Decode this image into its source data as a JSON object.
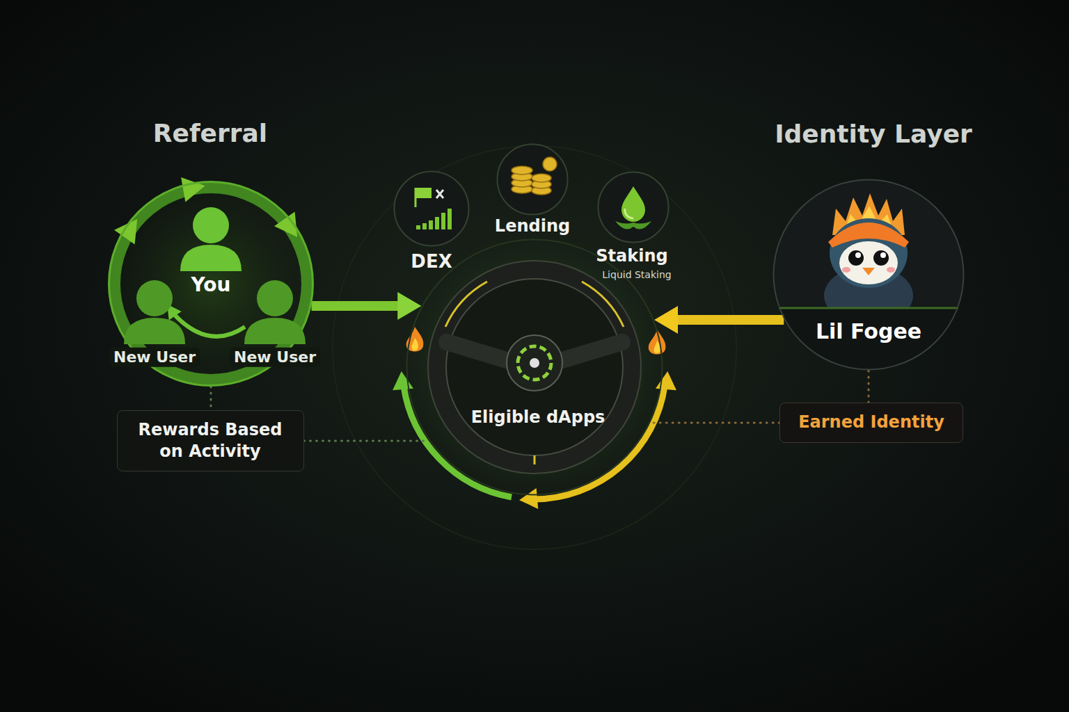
{
  "diagram": {
    "nodes": [
      {
        "text": [
          "Referral"
        ]
      },
      {
        "text": [
          "You"
        ],
        "in": 0
      },
      {
        "text": [
          "New User"
        ],
        "in": 0
      },
      {
        "text": [
          "New User"
        ],
        "in": 0
      },
      {
        "text": [
          "Rewards Based on Activity"
        ]
      },
      {
        "text": [
          "DEX"
        ]
      },
      {
        "text": [
          "Lending"
        ]
      },
      {
        "text": [
          "Staking",
          "Liquid Staking"
        ]
      },
      {
        "text": [
          "Eligible dApps"
        ]
      },
      {
        "text": [
          "Identity Layer",
          "Lil Fogee"
        ]
      },
      {
        "text": [
          "Earned Identity"
        ]
      }
    ],
    "edges": [
      {
        "from": 0,
        "to": 8,
        "arrow": "to"
      },
      {
        "from": 9,
        "to": 8,
        "arrow": "to"
      },
      {
        "from": 0,
        "to": 4,
        "arrow": "none"
      },
      {
        "from": 9,
        "to": 10,
        "arrow": "none"
      },
      {
        "from": 4,
        "to": 8,
        "arrow": "none"
      },
      {
        "from": 10,
        "to": 8,
        "arrow": "none"
      }
    ]
  }
}
